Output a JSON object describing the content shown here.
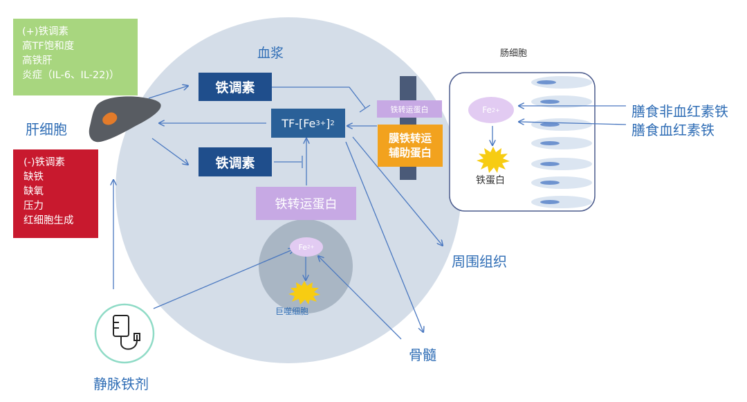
{
  "colors": {
    "plasma": "#d4dde8",
    "macrophage": "#a9b6c4",
    "dark_blue_box": "#1f4e8c",
    "teal_blue_box": "#2a6098",
    "lavender": "#c7a9e4",
    "light_purple": "#e2cbf2",
    "orange_box": "#f2a21e",
    "green_box": "#a8d67f",
    "red_box": "#c8192e",
    "arrow": "#4a78c0",
    "label_blue": "#2f6db5",
    "ferritin": "#f7cc12",
    "membrane": "#4a5a78",
    "iv_circle": "#8fdbc6"
  },
  "plasma_label": "血浆",
  "hepcidin_top": "铁调素",
  "hepcidin_bottom": "铁调素",
  "tf_complex": {
    "main": "TF-[Fe",
    "sup": "3+",
    "close": "]",
    "sub": "2"
  },
  "transferrin_center": "铁转运蛋白",
  "transporter_small": "铁转运蛋白",
  "hephaestin": [
    "膜铁转运",
    "辅助蛋白"
  ],
  "enterocyte": {
    "title": "肠细胞",
    "fe": "Fe",
    "fe_sup": "2+",
    "ferritin": "铁蛋白"
  },
  "macrophage": {
    "label": "巨噬细胞",
    "fe": "Fe",
    "fe_sup": "2+"
  },
  "liver_label": "肝细胞",
  "positive_box": [
    "(+)铁调素",
    "高TF饱和度",
    "高铁肝",
    "炎症（IL-6、IL-22)）"
  ],
  "negative_box": [
    "(-)铁调素",
    "缺铁",
    "缺氧",
    "压力",
    "红细胞生成"
  ],
  "tissue_label": "周围组织",
  "marrow_label": "骨髓",
  "diet_nonheme": "膳食非血红素铁",
  "diet_heme": "膳食血红素铁",
  "iv_label": "静脉铁剂",
  "icons": [
    "liver-icon",
    "iv-drip-icon",
    "ferritin-burst-icon"
  ]
}
